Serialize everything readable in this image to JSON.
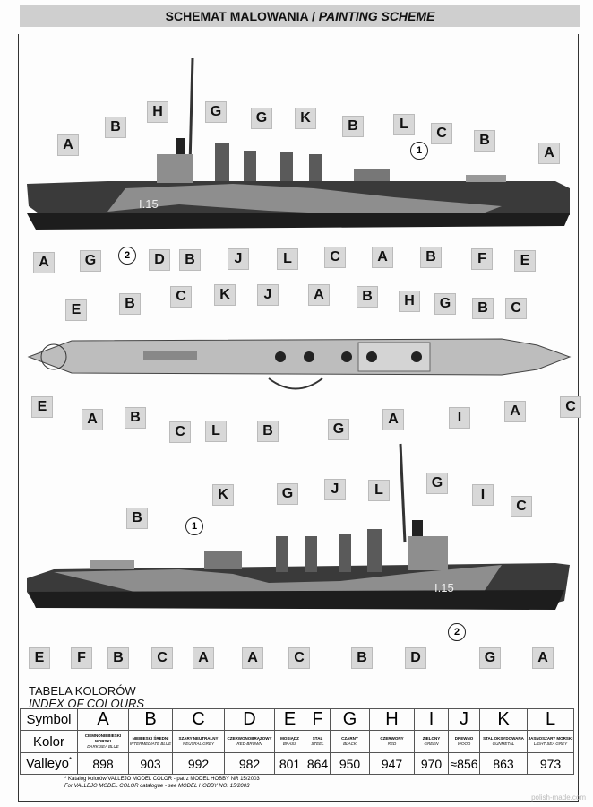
{
  "title": {
    "main": "SCHEMAT MALOWANIA /",
    "italic": "PAINTING SCHEME"
  },
  "hull_number": "I.15",
  "views": {
    "side_starboard": {
      "labels": [
        "A",
        "B",
        "H",
        "G",
        "G",
        "K",
        "B",
        "L",
        "C",
        "B",
        "A",
        "A",
        "G",
        "D",
        "B",
        "J",
        "L",
        "C",
        "A",
        "B",
        "F",
        "E"
      ],
      "callouts": [
        "1",
        "2"
      ]
    },
    "top": {
      "labels": [
        "E",
        "B",
        "C",
        "K",
        "J",
        "A",
        "B",
        "H",
        "G",
        "B",
        "C",
        "E",
        "A",
        "B",
        "C",
        "L",
        "B",
        "G",
        "A",
        "I",
        "A",
        "C"
      ]
    },
    "side_port": {
      "labels": [
        "B",
        "K",
        "G",
        "J",
        "L",
        "G",
        "I",
        "C",
        "E",
        "F",
        "B",
        "C",
        "A",
        "A",
        "C",
        "B",
        "D",
        "G",
        "A"
      ],
      "callouts": [
        "1",
        "2"
      ]
    }
  },
  "table": {
    "title": "TABELA KOLORÓW",
    "subtitle": "INDEX OF COLOURS",
    "row_headers": [
      "Symbol",
      "Kolor",
      "Valleyo"
    ],
    "asterisk": "*",
    "colors": [
      {
        "symbol": "A",
        "pl": "CIEMNONIEBIESKI MORSKI",
        "en": "DARK SEA BLUE",
        "vallejo": "898"
      },
      {
        "symbol": "B",
        "pl": "NIEBIESKI ŚREDNI",
        "en": "INTERMEDIATE BLUE",
        "vallejo": "903"
      },
      {
        "symbol": "C",
        "pl": "SZARY NEUTRALNY",
        "en": "NEUTRAL GREY",
        "vallejo": "992"
      },
      {
        "symbol": "D",
        "pl": "CZERWONOBRĄZOWY",
        "en": "RED-BROWN",
        "vallejo": "982"
      },
      {
        "symbol": "E",
        "pl": "MOSIĄDZ",
        "en": "BRASS",
        "vallejo": "801"
      },
      {
        "symbol": "F",
        "pl": "STAL",
        "en": "STEEL",
        "vallejo": "864"
      },
      {
        "symbol": "G",
        "pl": "CZARNY",
        "en": "BLACK",
        "vallejo": "950"
      },
      {
        "symbol": "H",
        "pl": "CZERWONY",
        "en": "RED",
        "vallejo": "947"
      },
      {
        "symbol": "I",
        "pl": "ZIELONY",
        "en": "GREEN",
        "vallejo": "970"
      },
      {
        "symbol": "J",
        "pl": "DREWNO",
        "en": "WOOD",
        "vallejo": "≈856"
      },
      {
        "symbol": "K",
        "pl": "STAL OKSYDOWANA",
        "en": "GUNMETAL",
        "vallejo": "863"
      },
      {
        "symbol": "L",
        "pl": "JASNOSZARY MORSKI",
        "en": "LIGHT SEA GREY",
        "vallejo": "973"
      }
    ],
    "footnote_pl": "* Katalog kolorów VALLEJO MODEL COLOR - patrz MODEL HOBBY NR 15/2003",
    "footnote_en": "For VALLEJO MODEL COLOR catalogue - see MODEL HOBBY NO. 15/2003"
  },
  "watermark": "polish-made.com"
}
